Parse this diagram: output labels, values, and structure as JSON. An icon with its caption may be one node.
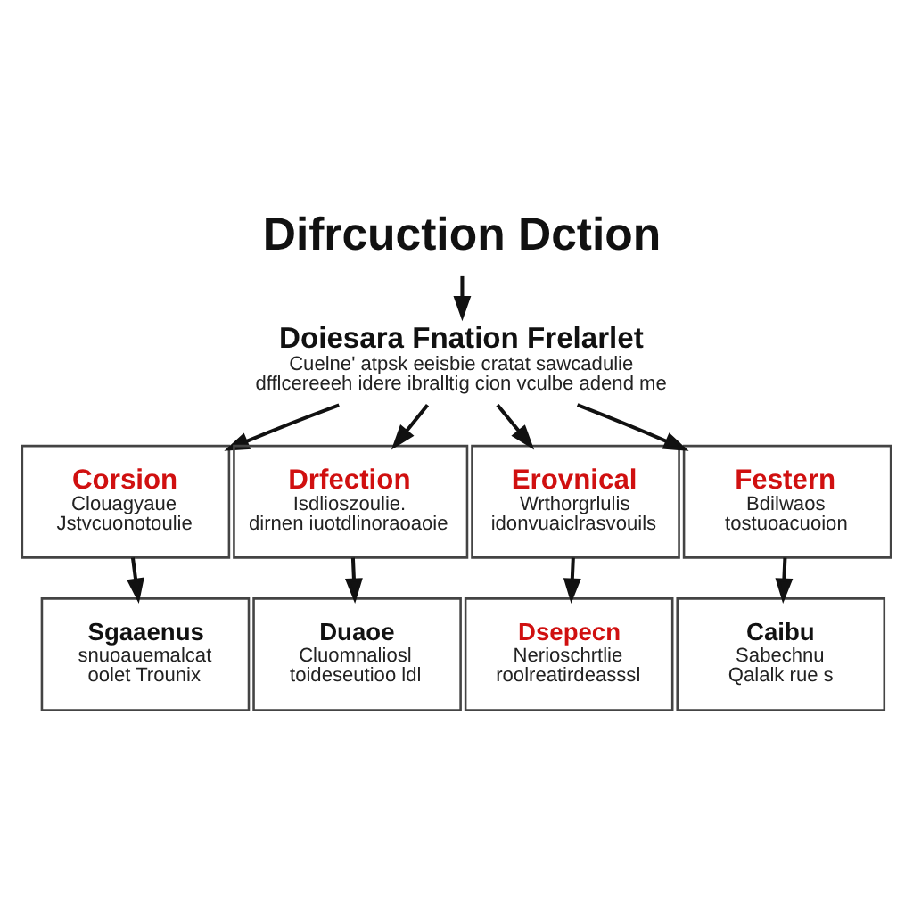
{
  "diagram": {
    "nodes": [
      {
        "text": [
          "Difrcuction Dction"
        ]
      },
      {
        "text": [
          "Doiesara Fnation Frelarlet",
          "Cuelne' atpsk eeisbie cratat sawcadulie dfflcereeeh idere ibralltig cion vculbe adend me"
        ]
      },
      {
        "text": [
          "Corsion",
          "Clouagyaue",
          "Jstvcuonotoulie"
        ]
      },
      {
        "text": [
          "Drfection",
          "Isdlioszoulie.",
          "dirnen iuotdlinoraoaoie"
        ]
      },
      {
        "text": [
          "Erovnical",
          "Wrthorgrlulis",
          "idonvuaiclrasvouils"
        ]
      },
      {
        "text": [
          "Festern",
          "Bdilwaos",
          "tostuoacuoion"
        ]
      },
      {
        "text": [
          "Sgaaenus",
          "snuoauemalcat",
          "oolet Trounix"
        ]
      },
      {
        "text": [
          "Duaoe",
          "Cluomnaliosl",
          "toideseutioo ldl"
        ]
      },
      {
        "text": [
          "Dsepecn",
          "Nerioschrtlie",
          "roolreatirdeasssl"
        ]
      },
      {
        "text": [
          "Caibu",
          "Sabechnu",
          "Qalalk rue s"
        ]
      }
    ],
    "edges": [
      {
        "from": 0,
        "to": 1,
        "arrow": "to"
      },
      {
        "from": 1,
        "to": 2,
        "arrow": "to"
      },
      {
        "from": 1,
        "to": 3,
        "arrow": "to"
      },
      {
        "from": 1,
        "to": 4,
        "arrow": "to"
      },
      {
        "from": 1,
        "to": 5,
        "arrow": "to"
      },
      {
        "from": 2,
        "to": 6,
        "arrow": "to"
      },
      {
        "from": 3,
        "to": 7,
        "arrow": "to"
      },
      {
        "from": 4,
        "to": 8,
        "arrow": "to"
      },
      {
        "from": 5,
        "to": 9,
        "arrow": "to"
      }
    ]
  }
}
